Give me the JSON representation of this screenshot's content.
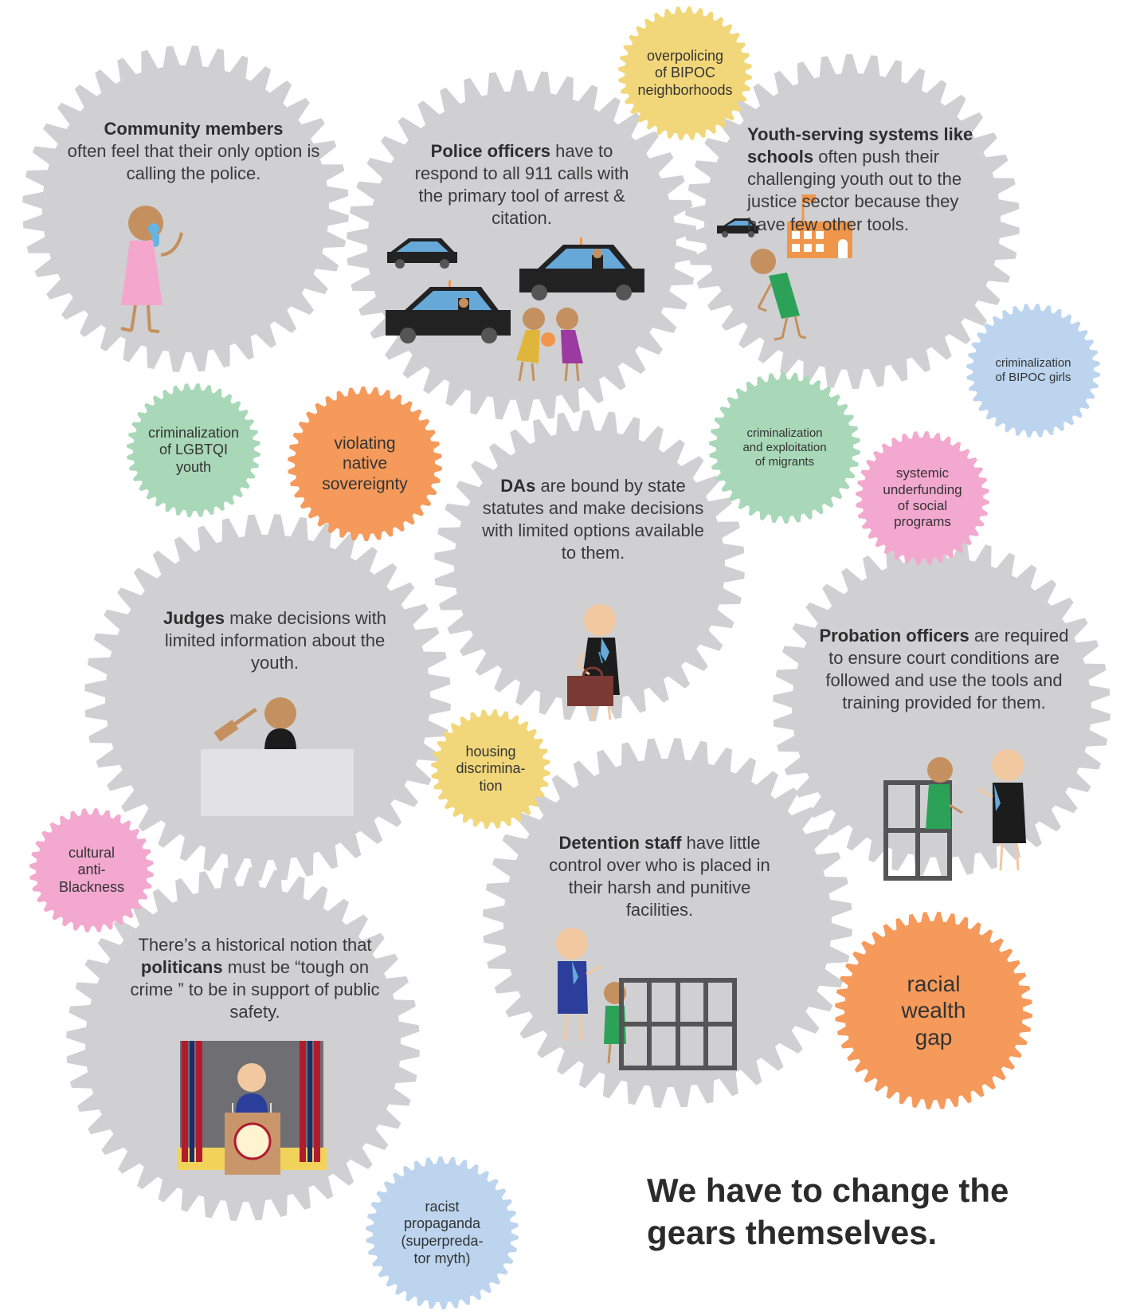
{
  "gears": [
    {
      "id": "community",
      "bold": "Community members",
      "rest": "often feel that their only option is calling the police.",
      "line_break_after_bold": true
    },
    {
      "id": "police",
      "bold": "Police officers",
      "rest": "have to respond to all 911 calls with the primary tool of arrest & citation.",
      "line_break_after_bold": false
    },
    {
      "id": "youth",
      "bold": "Youth-serving systems like schools",
      "rest": "often push their challenging youth out to the justice sector because they have few other tools.",
      "line_break_after_bold": false
    },
    {
      "id": "das",
      "bold": "DAs",
      "rest": "are bound by state statutes and make decisions with limited options available to them.",
      "line_break_after_bold": false
    },
    {
      "id": "judges",
      "bold": "Judges",
      "rest": "make decisions with limited information about the youth.",
      "line_break_after_bold": false
    },
    {
      "id": "probation",
      "bold": "Probation officers",
      "rest": "are required to ensure court conditions are followed and use the tools and training provided for them.",
      "line_break_after_bold": false
    },
    {
      "id": "detention",
      "bold": "Detention staff",
      "rest": "have little control over who is placed in their harsh and punitive facilities.",
      "line_break_after_bold": false
    },
    {
      "id": "politicians",
      "pre": "There’s a historical notion that",
      "bold": "politicans",
      "rest": "must be “tough on crime ” to be in support of public safety."
    }
  ],
  "badges": [
    {
      "id": "overpolicing",
      "lines": [
        "overpolicing",
        "of BIPOC",
        "neighborhoods"
      ],
      "color": "#f2d77a"
    },
    {
      "id": "bipoc-girls",
      "lines": [
        "criminalization",
        "of BIPOC girls"
      ],
      "color": "#bcd4ee"
    },
    {
      "id": "lgbtqi",
      "lines": [
        "criminalization",
        "of LGBTQI",
        "youth"
      ],
      "color": "#a9d8b8"
    },
    {
      "id": "native",
      "lines": [
        "violating",
        "native",
        "sovereignty"
      ],
      "color": "#f59a5a"
    },
    {
      "id": "migrants",
      "lines": [
        "criminalization",
        "and exploitation",
        "of migrants"
      ],
      "color": "#a9d8b8"
    },
    {
      "id": "underfunding",
      "lines": [
        "systemic",
        "underfunding",
        "of social",
        "programs"
      ],
      "color": "#f3a8cf"
    },
    {
      "id": "housing",
      "lines": [
        "housing",
        "discrimina-",
        "tion"
      ],
      "color": "#f2d77a"
    },
    {
      "id": "anti-blackness",
      "lines": [
        "cultural",
        "anti-",
        "Blackness"
      ],
      "color": "#f3a8cf"
    },
    {
      "id": "wealth-gap",
      "lines": [
        "racial",
        "wealth",
        "gap"
      ],
      "color": "#f59a5a"
    },
    {
      "id": "propaganda",
      "lines": [
        "racist",
        "propaganda",
        "(superpreda-",
        "tor myth)"
      ],
      "color": "#bcd4ee"
    }
  ],
  "headline": {
    "line1": "We have to change the",
    "line2": "gears themselves."
  },
  "colors": {
    "gear": "#d0d0d2",
    "text": "#3a3a3a"
  }
}
